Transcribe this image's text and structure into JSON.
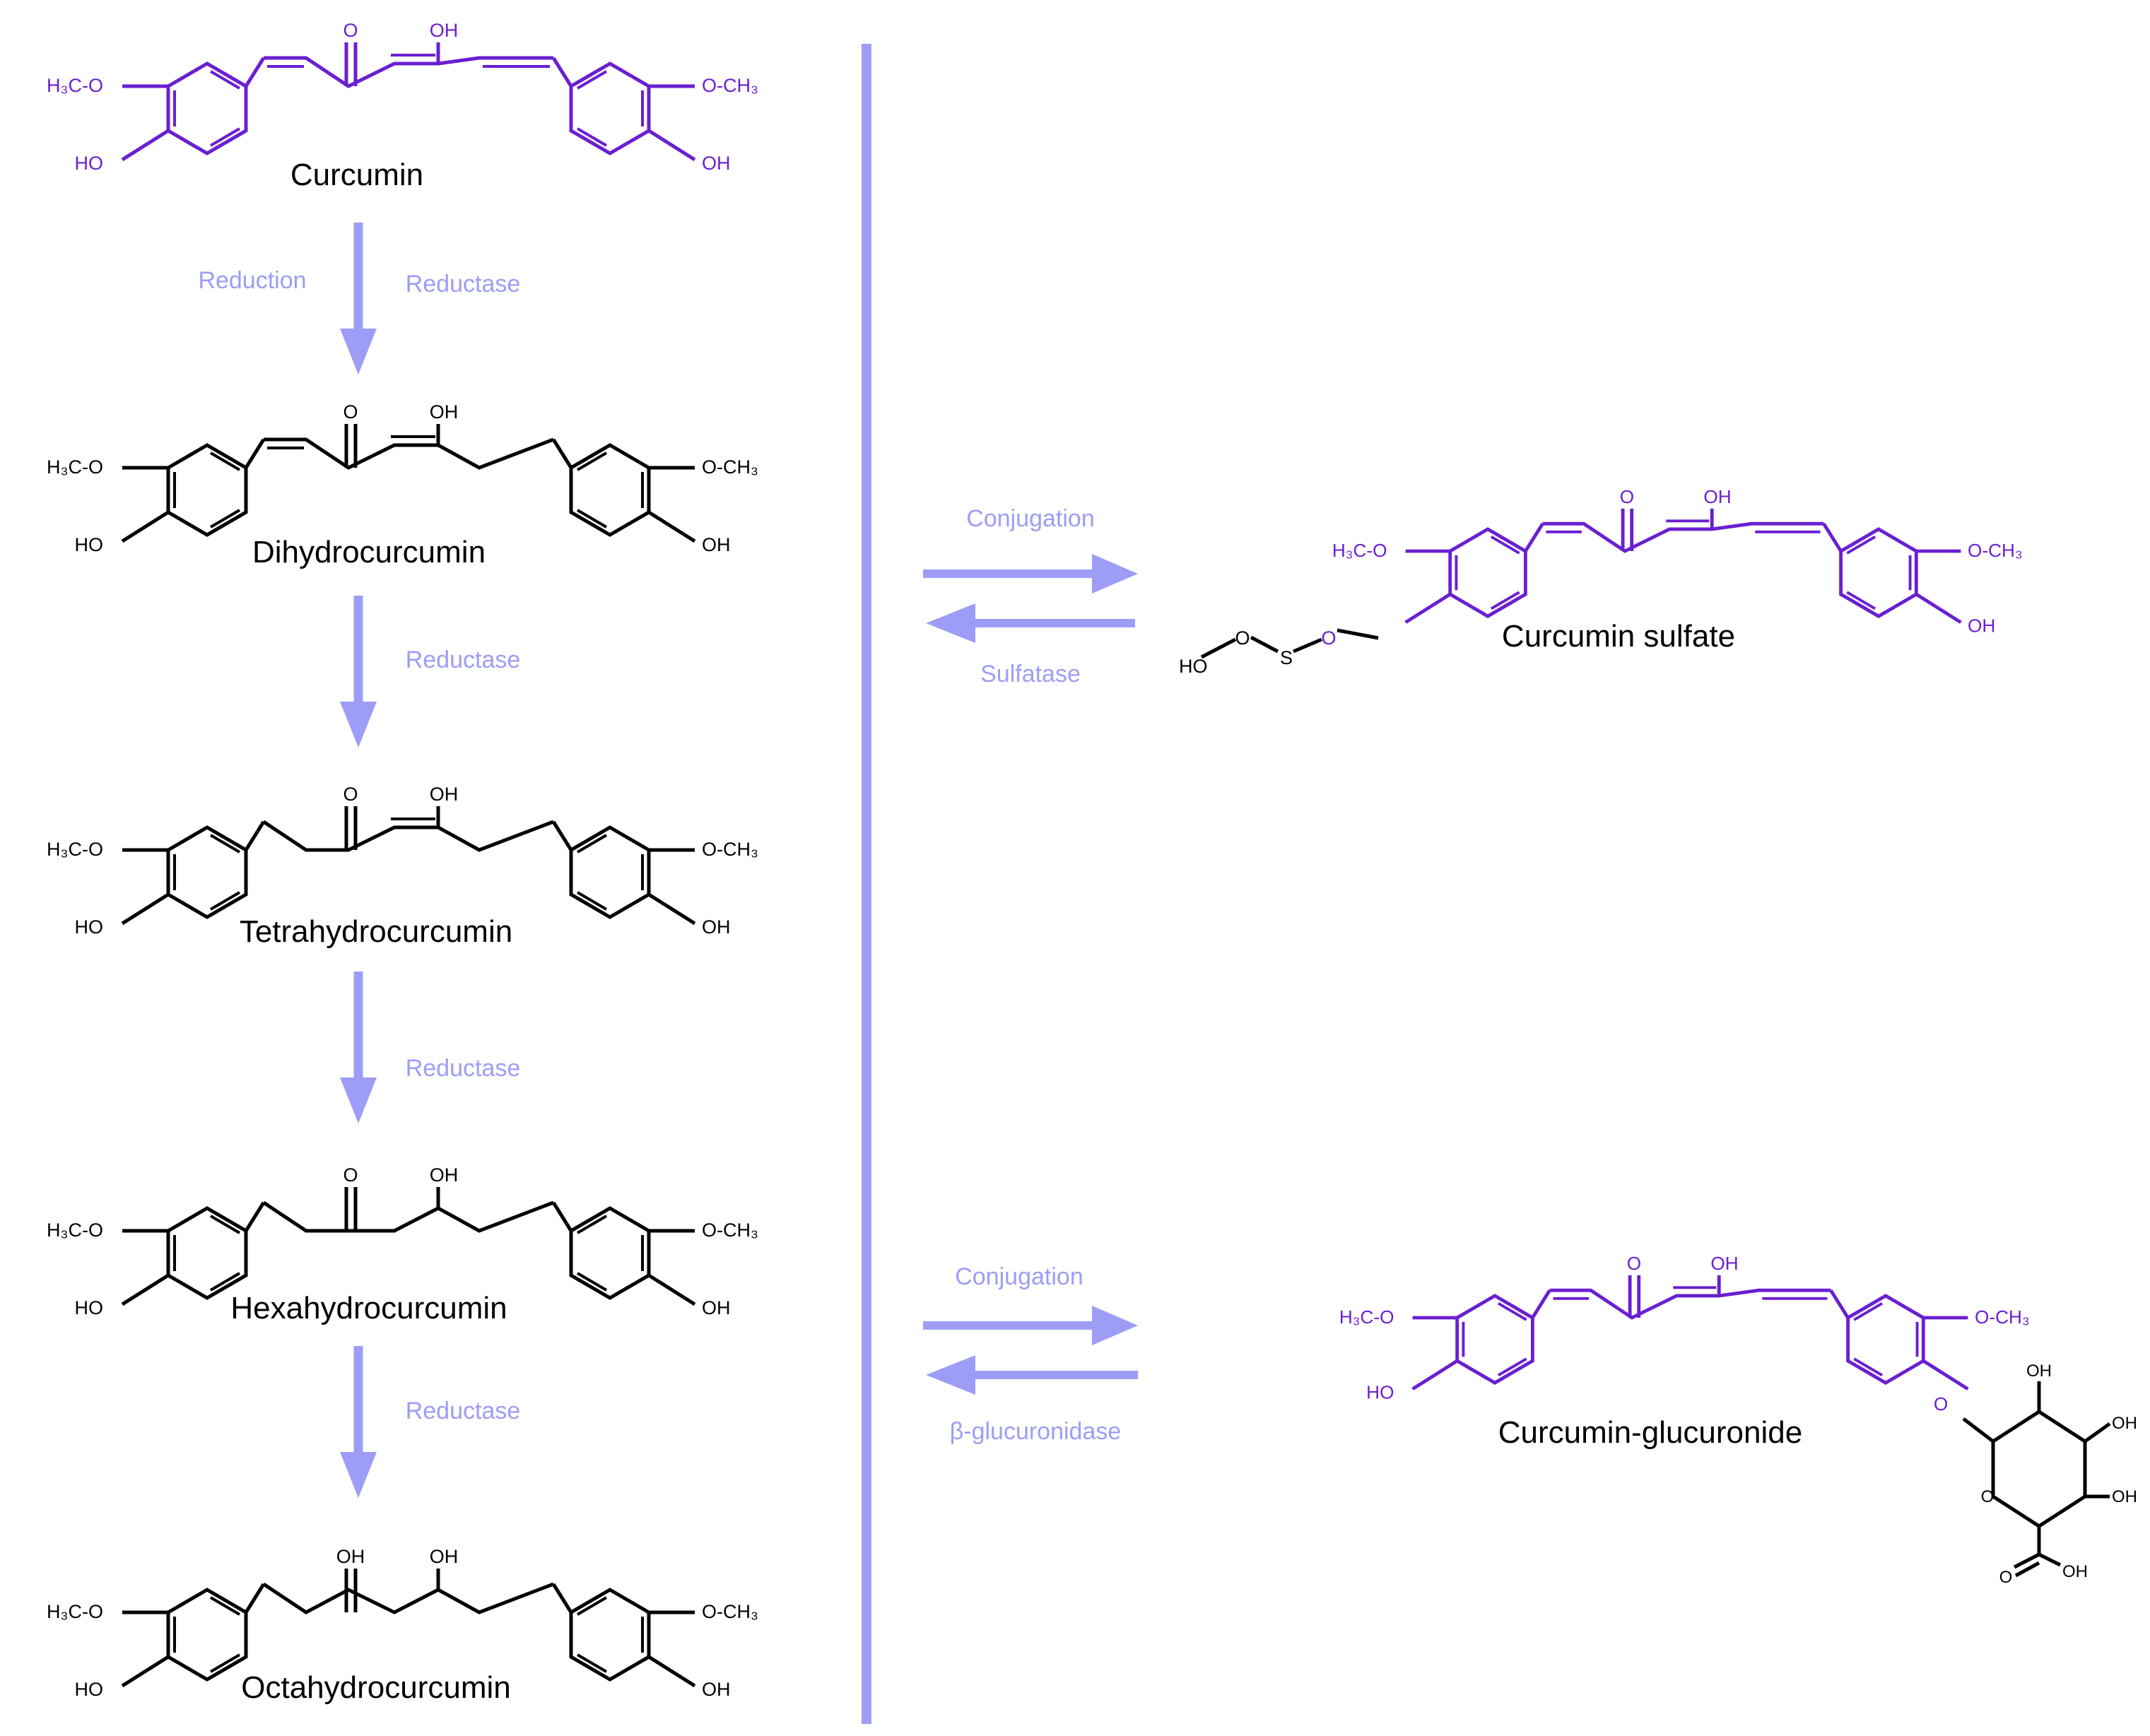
{
  "colors": {
    "curcumin": "#6a1fd1",
    "metabolite": "#000000",
    "arrow": "#9d9df7",
    "divider": "#9d9df7",
    "background": "#ffffff"
  },
  "atoms": {
    "methoxy_left": "H₃C-O",
    "methoxy_right": "O-CH₃",
    "hydroxyl_right": "OH",
    "hydroxyl_left": "HO",
    "carbonyl_o": "O",
    "oxygen": "O",
    "sulfur": "S",
    "ring_o": "O"
  },
  "reduction_pathway": {
    "compounds": [
      {
        "name": "Curcumin",
        "color": "curcumin"
      },
      {
        "name": "Dihydrocurcumin",
        "color": "metabolite"
      },
      {
        "name": "Tetrahydrocurcumin",
        "color": "metabolite"
      },
      {
        "name": "Hexahydrocurcumin",
        "color": "metabolite"
      },
      {
        "name": "Octahydrocurcumin",
        "color": "metabolite"
      }
    ],
    "steps": [
      {
        "left_label": "Reduction",
        "right_label": "Reductase"
      },
      {
        "left_label": "",
        "right_label": "Reductase"
      },
      {
        "left_label": "",
        "right_label": "Reductase"
      },
      {
        "left_label": "",
        "right_label": "Reductase"
      }
    ]
  },
  "conjugation": [
    {
      "forward_label": "Conjugation",
      "reverse_label": "Sulfatase",
      "product": "Curcumin sulfate"
    },
    {
      "forward_label": "Conjugation",
      "reverse_label": "β-glucuronidase",
      "product": "Curcumin-glucuronide"
    }
  ]
}
